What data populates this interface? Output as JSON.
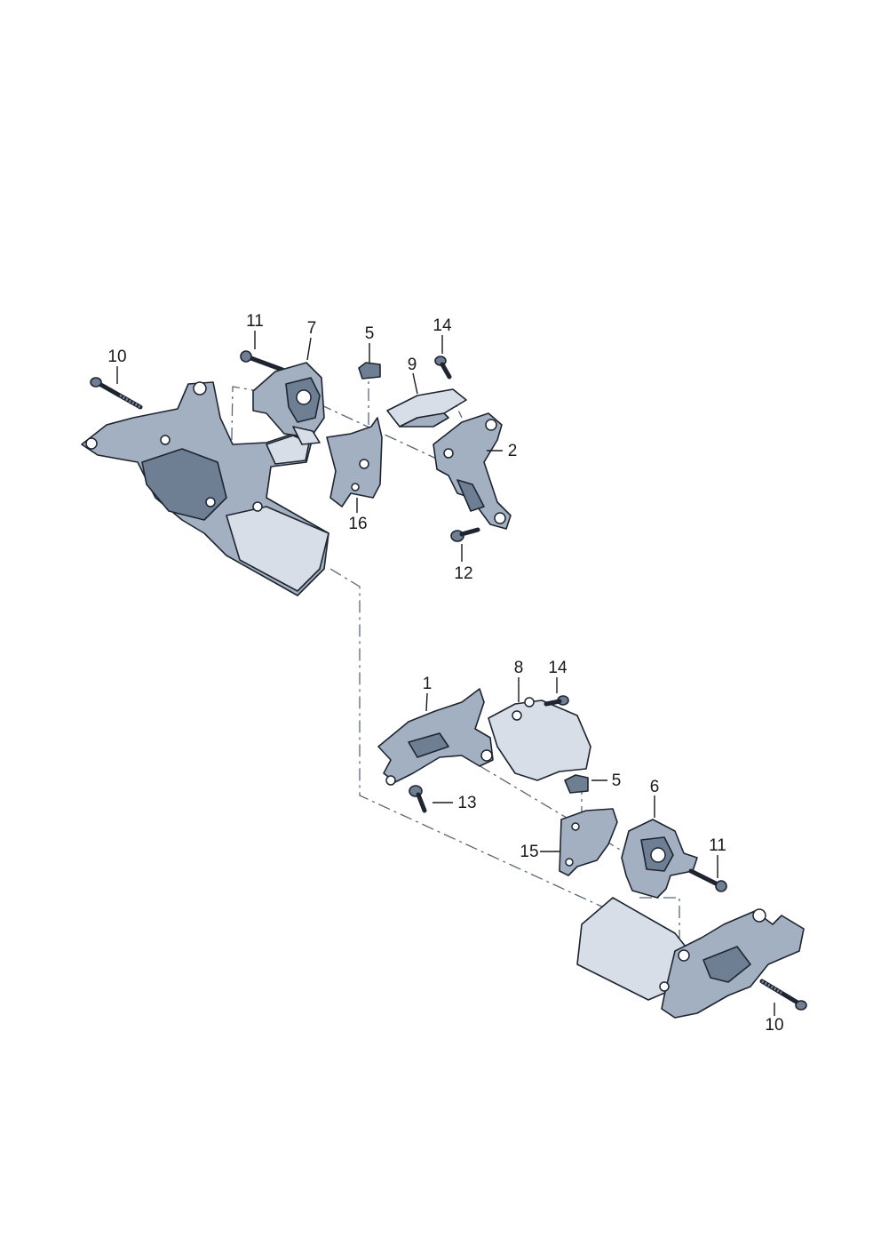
{
  "diagram": {
    "callouts": [
      {
        "id": "c-11-top",
        "text": "11"
      },
      {
        "id": "c-7",
        "text": "7"
      },
      {
        "id": "c-5-top",
        "text": "5"
      },
      {
        "id": "c-14-top",
        "text": "14"
      },
      {
        "id": "c-10-top",
        "text": "10"
      },
      {
        "id": "c-9",
        "text": "9"
      },
      {
        "id": "c-2",
        "text": "2"
      },
      {
        "id": "c-16",
        "text": "16"
      },
      {
        "id": "c-12",
        "text": "12"
      },
      {
        "id": "c-1",
        "text": "1"
      },
      {
        "id": "c-8",
        "text": "8"
      },
      {
        "id": "c-14-bot",
        "text": "14"
      },
      {
        "id": "c-5-bot",
        "text": "5"
      },
      {
        "id": "c-6",
        "text": "6"
      },
      {
        "id": "c-13",
        "text": "13"
      },
      {
        "id": "c-15",
        "text": "15"
      },
      {
        "id": "c-11-bot",
        "text": "11"
      },
      {
        "id": "c-10-bot",
        "text": "10"
      }
    ]
  }
}
